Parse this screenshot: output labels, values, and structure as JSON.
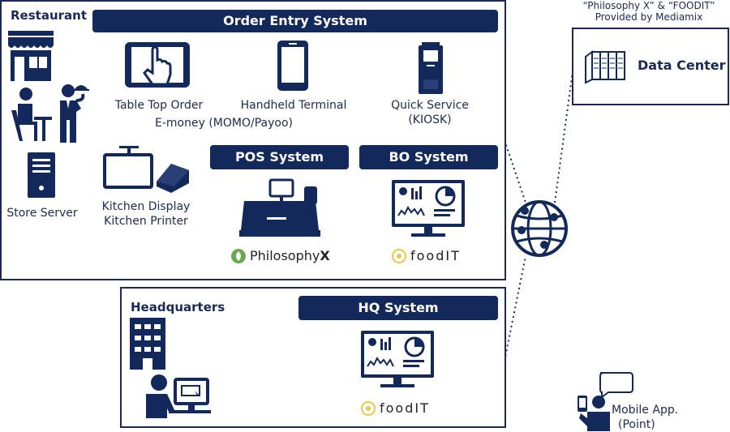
{
  "restaurant": {
    "title": "Restaurant",
    "store_server_label": "Store Server",
    "kitchen_label_1": "Kitchen Display",
    "kitchen_label_2": "Kitchen Printer"
  },
  "order_entry": {
    "title": "Order Entry System",
    "table_top_label": "Table Top Order",
    "emoney_label": "E-money (MOMO/Payoo)",
    "handheld_label": "Handheld Terminal",
    "quick_service_label_1": "Quick Service",
    "quick_service_label_2": "(KIOSK)"
  },
  "pos": {
    "title": "POS System",
    "brand_main": "Philosophy",
    "brand_suffix": "X"
  },
  "bo": {
    "title": "BO System",
    "brand": "foodIT"
  },
  "headquarters": {
    "title": "Headquarters",
    "hq_system_title": "HQ System",
    "brand": "foodIT"
  },
  "data_center": {
    "caption_line1": "“Philosophy X” & “FOODIT”",
    "caption_line2": "Provided by Mediamix",
    "label": "Data Center"
  },
  "mobile": {
    "label_line1": "Mobile App.",
    "label_line2": "(Point)"
  },
  "colors": {
    "navy": "#13295b",
    "logo_green": "#6aa84f",
    "logo_yellow": "#e8c64a"
  }
}
